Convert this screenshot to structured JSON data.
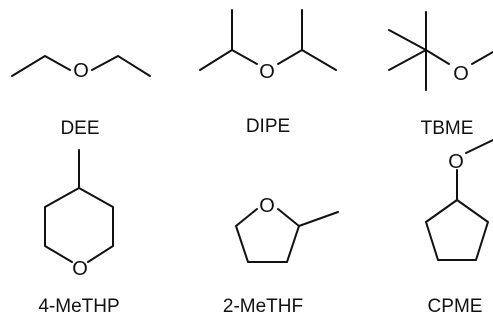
{
  "atom_symbol": "O",
  "molecules": [
    {
      "name": "DEE"
    },
    {
      "name": "DIPE"
    },
    {
      "name": "TBME"
    },
    {
      "name": "4-MeTHP"
    },
    {
      "name": "2-MeTHF"
    },
    {
      "name": "CPME"
    }
  ]
}
